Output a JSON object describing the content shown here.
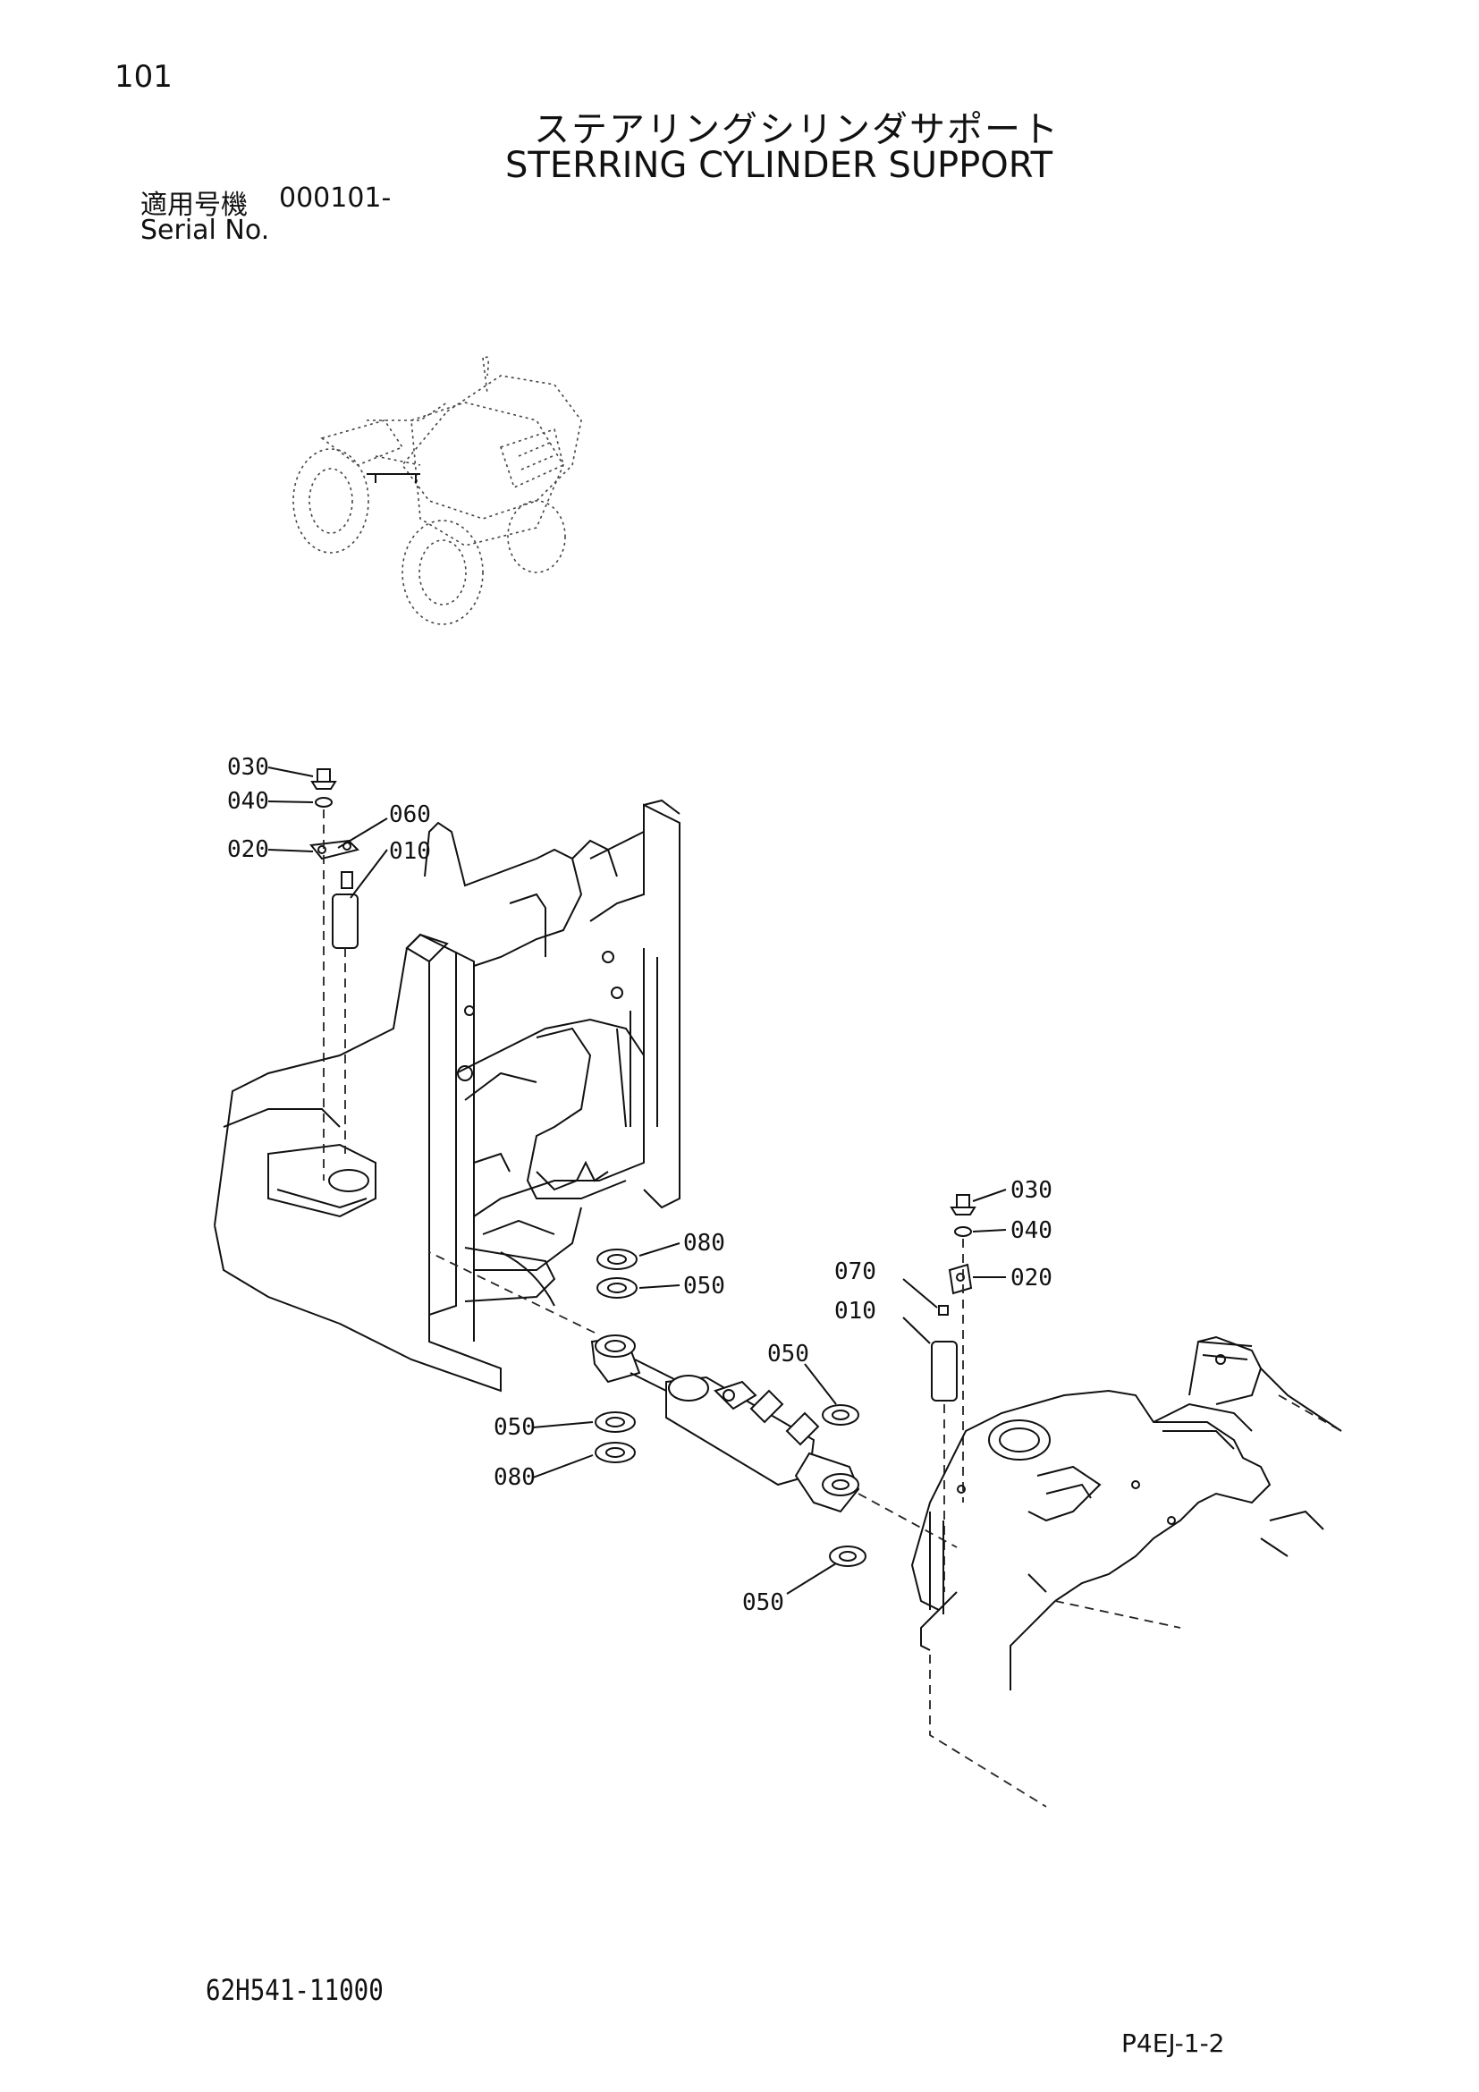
{
  "header": {
    "page_number": "101",
    "title_jp": "ステアリングシリンダサポート",
    "title_en": "STERRING CYLINDER SUPPORT",
    "serial_label_jp": "適用号機",
    "serial_value": "000101-",
    "serial_label_en": "Serial No."
  },
  "callouts": [
    "030",
    "040",
    "060",
    "020",
    "010",
    "030",
    "040",
    "080",
    "050",
    "070",
    "020",
    "010",
    "050",
    "050",
    "080",
    "050"
  ],
  "footer": {
    "drawing_number": "62H541-11000",
    "page_code": "P4EJ-1-2"
  }
}
